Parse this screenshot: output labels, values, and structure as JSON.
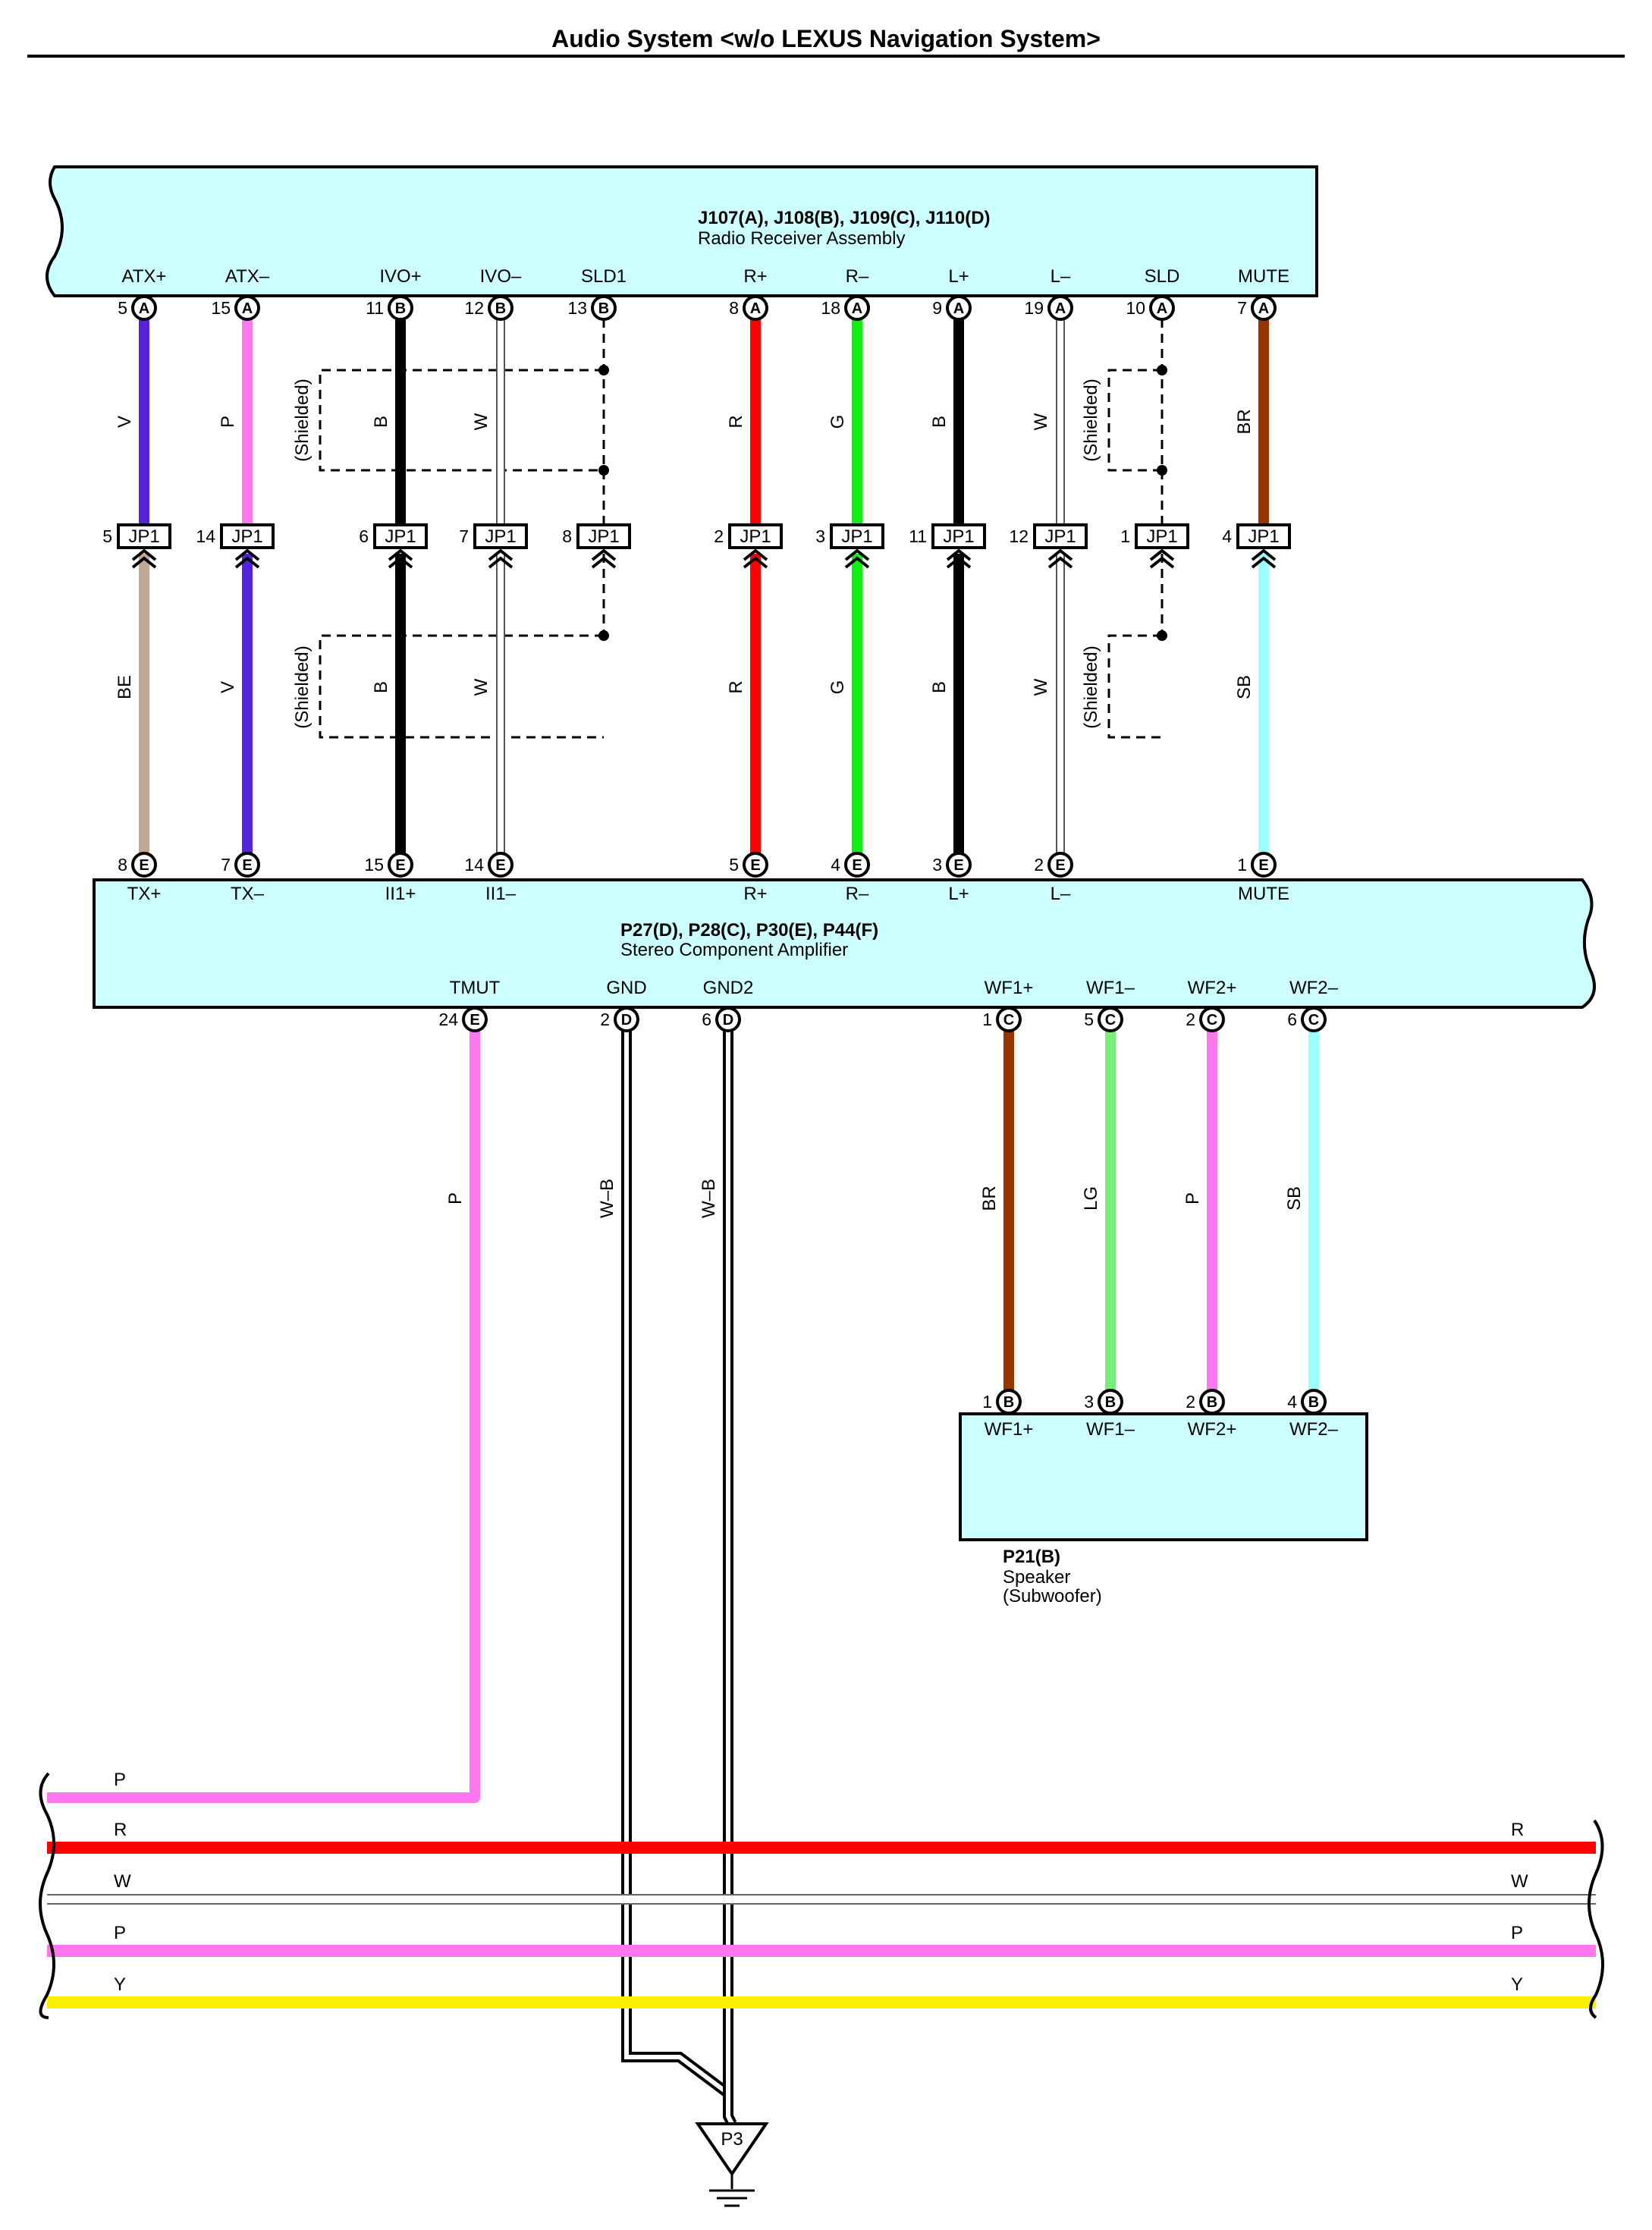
{
  "page": {
    "title": "Audio System <w/o LEXUS Navigation System>"
  },
  "radio": {
    "code": "J107(A), J108(B), J109(C), J110(D)",
    "name": "Radio Receiver Assembly",
    "pins": [
      {
        "label": "ATX+",
        "num": "5",
        "conn": "A"
      },
      {
        "label": "ATX–",
        "num": "15",
        "conn": "A"
      },
      {
        "label": "IVO+",
        "num": "11",
        "conn": "B"
      },
      {
        "label": "IVO–",
        "num": "12",
        "conn": "B"
      },
      {
        "label": "SLD1",
        "num": "13",
        "conn": "B"
      },
      {
        "label": "R+",
        "num": "8",
        "conn": "A"
      },
      {
        "label": "R–",
        "num": "18",
        "conn": "A"
      },
      {
        "label": "L+",
        "num": "9",
        "conn": "A"
      },
      {
        "label": "L–",
        "num": "19",
        "conn": "A"
      },
      {
        "label": "SLD",
        "num": "10",
        "conn": "A"
      },
      {
        "label": "MUTE",
        "num": "7",
        "conn": "A"
      }
    ]
  },
  "jp": {
    "name": "JP1",
    "pins": [
      "5",
      "14",
      "6",
      "7",
      "8",
      "2",
      "3",
      "11",
      "12",
      "1",
      "4"
    ]
  },
  "upper_wires": [
    "V",
    "P",
    "B",
    "W",
    "R",
    "G",
    "B",
    "W",
    "BR"
  ],
  "lower_wires": [
    "BE",
    "V",
    "B",
    "W",
    "R",
    "G",
    "B",
    "W",
    "SB"
  ],
  "shielded": "(Shielded)",
  "amp": {
    "code": "P27(D), P28(C), P30(E), P44(F)",
    "name": "Stereo Component Amplifier",
    "top_pins": [
      {
        "label": "TX+",
        "num": "8",
        "conn": "E"
      },
      {
        "label": "TX–",
        "num": "7",
        "conn": "E"
      },
      {
        "label": "II1+",
        "num": "15",
        "conn": "E"
      },
      {
        "label": "II1–",
        "num": "14",
        "conn": "E"
      },
      {
        "label": "R+",
        "num": "5",
        "conn": "E"
      },
      {
        "label": "R–",
        "num": "4",
        "conn": "E"
      },
      {
        "label": "L+",
        "num": "3",
        "conn": "E"
      },
      {
        "label": "L–",
        "num": "2",
        "conn": "E"
      },
      {
        "label": "MUTE",
        "num": "1",
        "conn": "E"
      }
    ],
    "bottom_pins": [
      {
        "label": "TMUT",
        "num": "24",
        "conn": "E",
        "wire": "P"
      },
      {
        "label": "GND",
        "num": "2",
        "conn": "D",
        "wire": "W–B"
      },
      {
        "label": "GND2",
        "num": "6",
        "conn": "D",
        "wire": "W–B"
      },
      {
        "label": "WF1+",
        "num": "1",
        "conn": "C",
        "wire": "BR"
      },
      {
        "label": "WF1–",
        "num": "5",
        "conn": "C",
        "wire": "LG"
      },
      {
        "label": "WF2+",
        "num": "2",
        "conn": "C",
        "wire": "P"
      },
      {
        "label": "WF2–",
        "num": "6",
        "conn": "C",
        "wire": "SB"
      }
    ]
  },
  "speaker": {
    "code": "P21(B)",
    "name": "Speaker",
    "sub": "(Subwoofer)",
    "pins": [
      {
        "label": "WF1+",
        "num": "1",
        "conn": "B"
      },
      {
        "label": "WF1–",
        "num": "3",
        "conn": "B"
      },
      {
        "label": "WF2+",
        "num": "2",
        "conn": "B"
      },
      {
        "label": "WF2–",
        "num": "4",
        "conn": "B"
      }
    ]
  },
  "bus": [
    {
      "left": "P"
    },
    {
      "left": "R",
      "right": "R"
    },
    {
      "left": "W",
      "right": "W"
    },
    {
      "left": "P",
      "right": "P"
    },
    {
      "left": "Y",
      "right": "Y"
    }
  ],
  "ground": {
    "label": "P3"
  },
  "colors": {
    "connector_fill": "#ccffff",
    "V": "#5522dd",
    "P": "#ff77ee",
    "B": "#000000",
    "W": "#ffffff",
    "R": "#ff0000",
    "G": "#11ee11",
    "BR": "#993300",
    "BE": "#bfa895",
    "SB": "#99ffff",
    "LG": "#77ee77",
    "Y": "#ffee00"
  }
}
